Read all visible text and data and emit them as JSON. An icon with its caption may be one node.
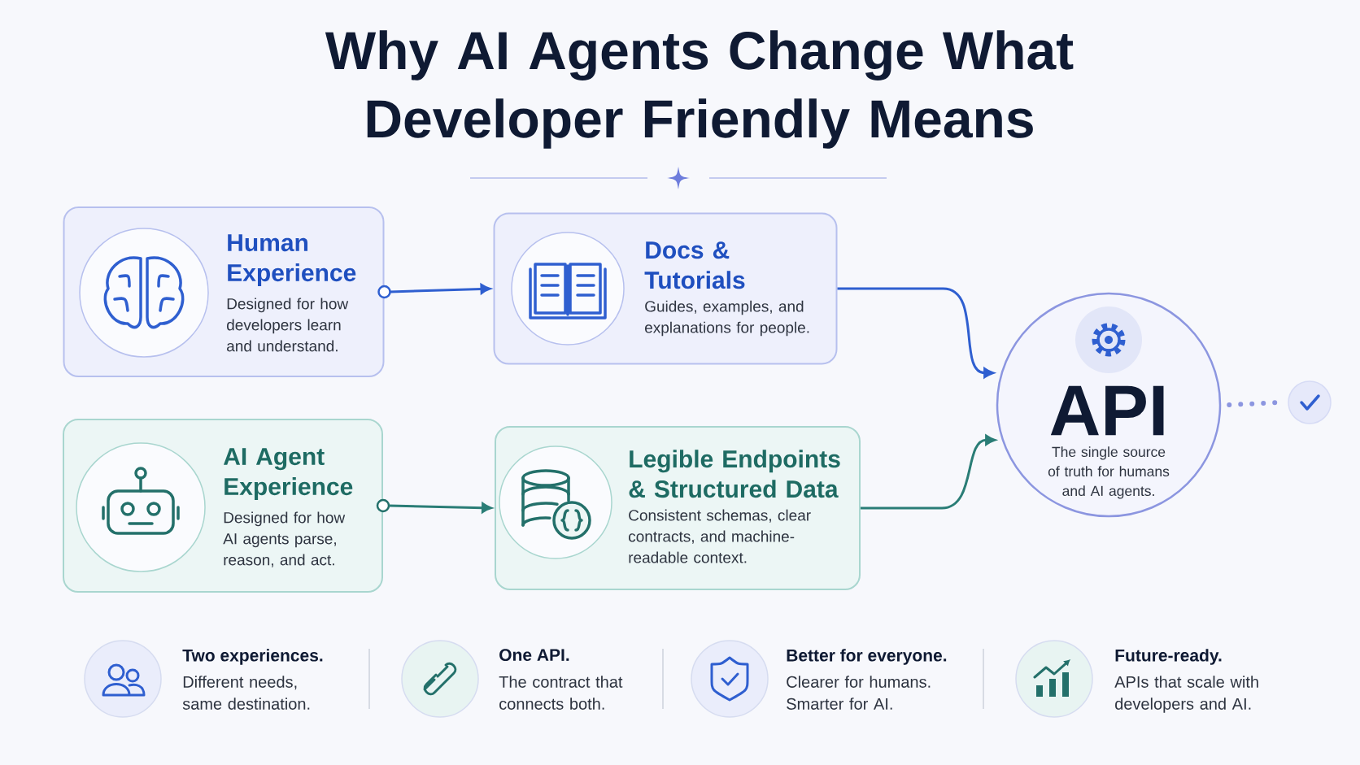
{
  "diagram": {
    "title": "Why AI Agents Change What Developer Friendly Means",
    "nodes": [
      {
        "text": [
          "Human Experience",
          "Designed for how developers learn and understand."
        ]
      },
      {
        "text": [
          "Docs & Tutorials",
          "Guides, examples, and explanations for people."
        ]
      },
      {
        "text": [
          "AI Agent Experience",
          "Designed for how AI agents parse, reason, and act."
        ]
      },
      {
        "text": [
          "Legible Endpoints & Structured Data",
          "Consistent schemas, clear contracts, and machine-readable context."
        ]
      },
      {
        "text": [
          "API",
          "The single source of truth for humans and AI agents."
        ]
      },
      {
        "text": [],
        "shape": "circle"
      }
    ],
    "edges": [
      {
        "from": 0,
        "to": 1,
        "arrow": "to",
        "color": "#2f5fd0"
      },
      {
        "from": 1,
        "to": 4,
        "arrow": "to",
        "color": "#2f5fd0"
      },
      {
        "from": 2,
        "to": 3,
        "arrow": "to",
        "color": "#2a7d76"
      },
      {
        "from": 3,
        "to": 4,
        "arrow": "to",
        "color": "#2a7d76"
      },
      {
        "from": 4,
        "to": 5,
        "arrow": "none",
        "style": "dashed",
        "color": "#8c96e0"
      }
    ],
    "labels": [
      "Two experiences.",
      "Different needs, same destination.",
      "One API.",
      "The contract that connects both.",
      "Better for everyone.",
      "Clearer for humans. Smarter for AI.",
      "Future-ready.",
      "APIs that scale with developers and AI."
    ]
  }
}
